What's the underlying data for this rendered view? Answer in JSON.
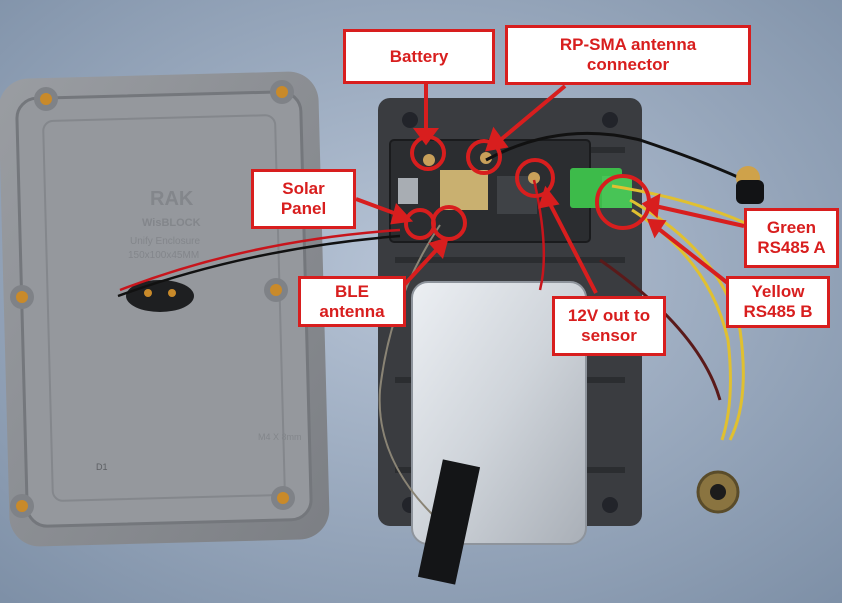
{
  "photo": {
    "enclosure_print": {
      "brand": "RAK",
      "product": "WisBLOCK",
      "model": "Unify Enclosure",
      "size": "150x100x45MM",
      "screw": "M4 X 8mm",
      "mark": "D1"
    }
  },
  "labels": {
    "battery": [
      "Battery"
    ],
    "rp_sma": [
      "RP-SMA antenna",
      "connector"
    ],
    "solar": [
      "Solar",
      "Panel"
    ],
    "ble": [
      "BLE",
      "antenna"
    ],
    "out12v": [
      "12V out to",
      "sensor"
    ],
    "green": [
      "Green",
      "RS485 A"
    ],
    "yellow": [
      "Yellow",
      "RS485 B"
    ]
  },
  "colors": {
    "annotation_red": "#d81e1e",
    "background_cloth": "#8a9bb0",
    "enclosure_grey": "#8e9094",
    "pcb_black": "#2b2d30",
    "terminal_green": "#3dbb4a",
    "wire_yellow": "#e0c030"
  }
}
